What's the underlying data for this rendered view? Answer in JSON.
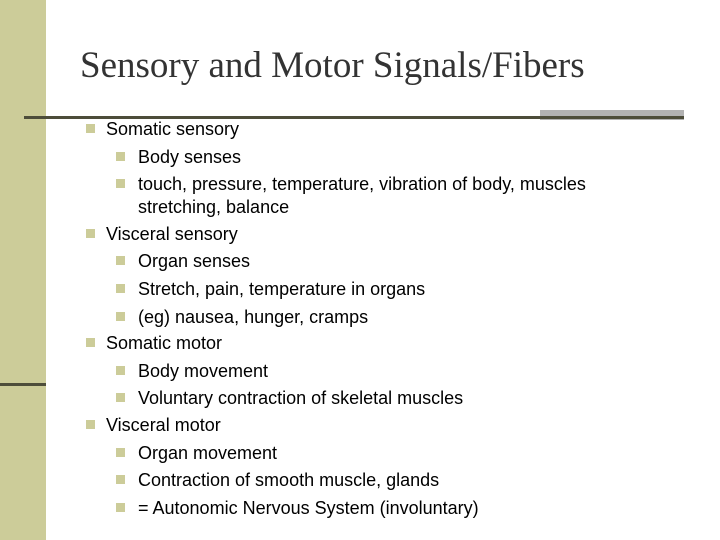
{
  "slide": {
    "title": "Sensory and Motor Signals/Fibers",
    "items": [
      {
        "text": "Somatic sensory",
        "level": 1
      },
      {
        "text": "Body senses",
        "level": 2
      },
      {
        "text": "touch, pressure, temperature, vibration of body, muscles",
        "level": 2
      },
      {
        "text": "stretching, balance",
        "level": 3
      },
      {
        "text": "Visceral sensory",
        "level": 1
      },
      {
        "text": "Organ senses",
        "level": 2
      },
      {
        "text": "Stretch, pain, temperature in organs",
        "level": 2
      },
      {
        "text": "(eg) nausea, hunger, cramps",
        "level": 2
      },
      {
        "text": "Somatic motor",
        "level": 1
      },
      {
        "text": "Body movement",
        "level": 2
      },
      {
        "text": "Voluntary contraction of skeletal muscles",
        "level": 2
      },
      {
        "text": "Visceral motor",
        "level": 1
      },
      {
        "text": "Organ movement",
        "level": 2
      },
      {
        "text": "Contraction of smooth muscle, glands",
        "level": 2
      },
      {
        "text": "= Autonomic Nervous System (involuntary)",
        "level": 2
      }
    ]
  },
  "colors": {
    "bullet": "#cccc99",
    "band": "#cccc99",
    "rule": "#4d4d3a",
    "accent": "#b2b2b2"
  }
}
